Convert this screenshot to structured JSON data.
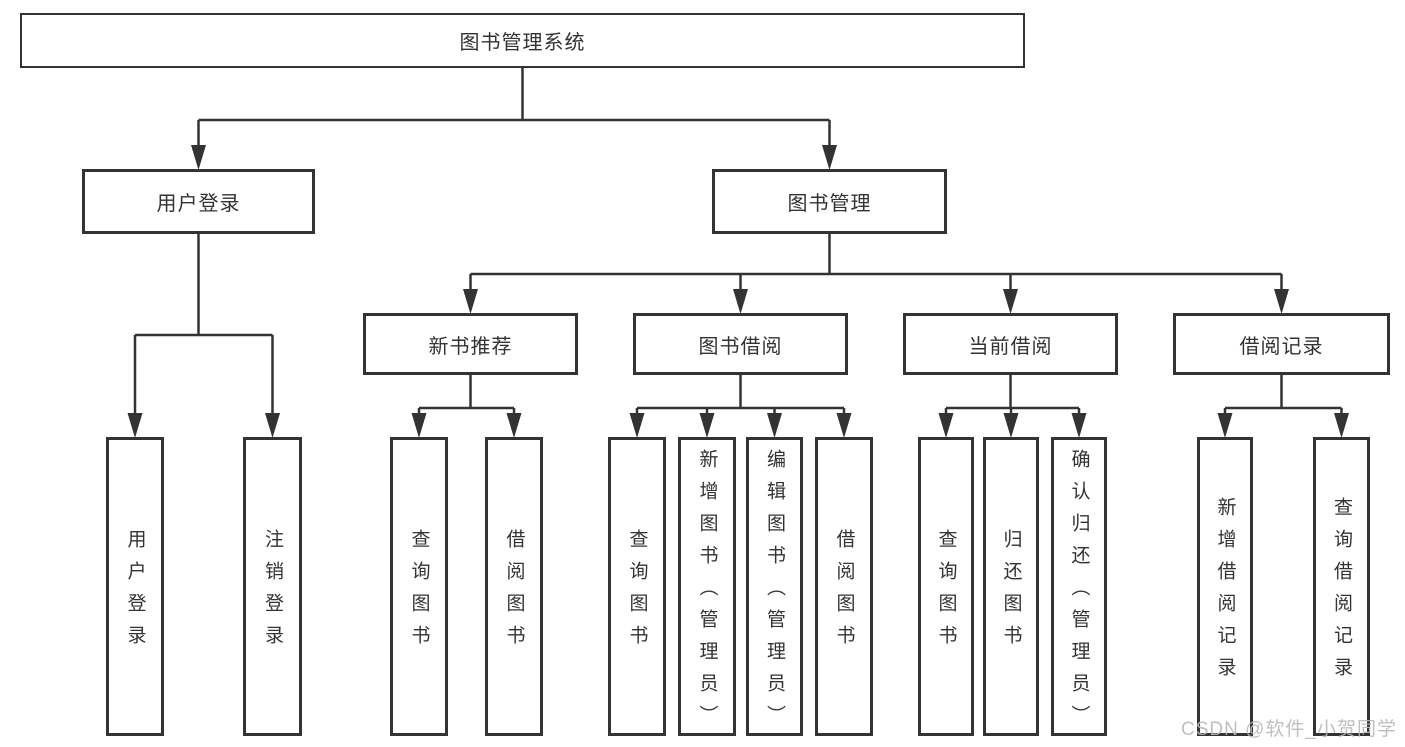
{
  "page": {
    "watermark": "CSDN @软件_小贺同学"
  },
  "colors": {
    "line": "#333333",
    "text": "#333333",
    "box_background": "#ffffff",
    "watermark_text": "#b9b9b9"
  },
  "tree": {
    "root": {
      "label": "图书管理系统"
    },
    "branches": [
      {
        "label": "用户登录",
        "leaves": [
          {
            "label": "用户登录"
          },
          {
            "label": "注销登录"
          }
        ]
      },
      {
        "label": "图书管理",
        "groups": [
          {
            "label": "新书推荐",
            "leaves": [
              {
                "label": "查询图书"
              },
              {
                "label": "借阅图书"
              }
            ]
          },
          {
            "label": "图书借阅",
            "leaves": [
              {
                "label": "查询图书"
              },
              {
                "label": "新增图书（管理员）"
              },
              {
                "label": "编辑图书（管理员）"
              },
              {
                "label": "借阅图书"
              }
            ]
          },
          {
            "label": "当前借阅",
            "leaves": [
              {
                "label": "查询图书"
              },
              {
                "label": "归还图书"
              },
              {
                "label": "确认归还（管理员）"
              }
            ]
          },
          {
            "label": "借阅记录",
            "leaves": [
              {
                "label": "新增借阅记录"
              },
              {
                "label": "查询借阅记录"
              }
            ]
          }
        ]
      }
    ]
  }
}
